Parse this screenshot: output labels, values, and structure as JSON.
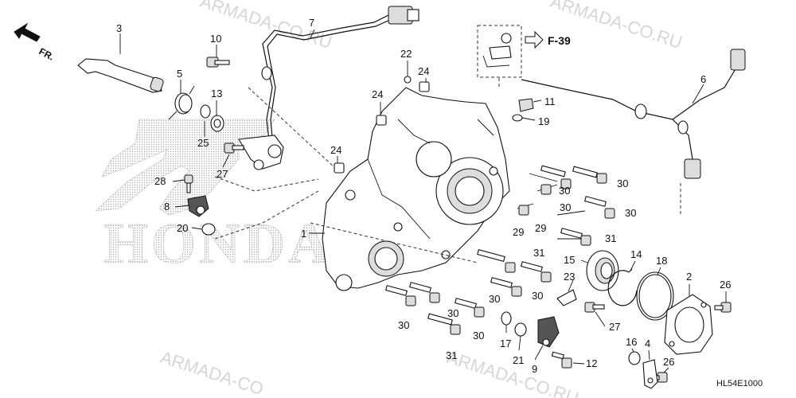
{
  "watermarks": {
    "top": "ARMADA-CO.RU",
    "top_right": "ARMADA-CO.RU",
    "bottom_left": "ARMADA-CO",
    "bottom_center": "ARMADA-CO.RU"
  },
  "brand_logo_text": "HONDA",
  "direction_label": "FR.",
  "reference_label": "F-39",
  "diagram_code": "HL54E1000",
  "callouts": {
    "c1": "1",
    "c2": "2",
    "c3": "3",
    "c4": "4",
    "c5": "5",
    "c6": "6",
    "c7": "7",
    "c8": "8",
    "c9": "9",
    "c10": "10",
    "c11": "11",
    "c12": "12",
    "c13": "13",
    "c14": "14",
    "c15": "15",
    "c16": "16",
    "c17": "17",
    "c18": "18",
    "c19": "19",
    "c20": "20",
    "c21": "21",
    "c22": "22",
    "c23": "23",
    "c24a": "24",
    "c24b": "24",
    "c24c": "24",
    "c25": "25",
    "c26a": "26",
    "c26b": "26",
    "c27a": "27",
    "c27b": "27",
    "c28": "28",
    "c29a": "29",
    "c29b": "29",
    "c30a": "30",
    "c30b": "30",
    "c30c": "30",
    "c30d": "30",
    "c30e": "30",
    "c30f": "30",
    "c30g": "30",
    "c30h": "30",
    "c30i": "30",
    "c31a": "31",
    "c31b": "31",
    "c31c": "31"
  }
}
